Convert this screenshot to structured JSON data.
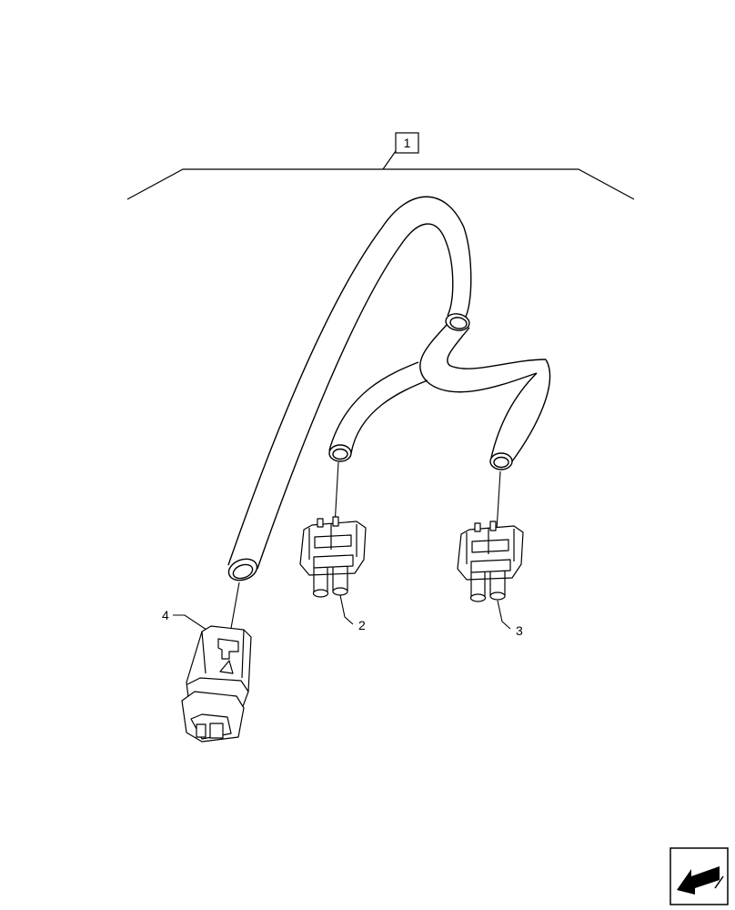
{
  "callouts": {
    "harness": "1",
    "connector_a": "2",
    "connector_b": "3",
    "connector_main": "4"
  },
  "colors": {
    "line": "#000000",
    "background": "#ffffff",
    "icon_fill": "#000000"
  },
  "icon": "navigation-arrow-icon"
}
